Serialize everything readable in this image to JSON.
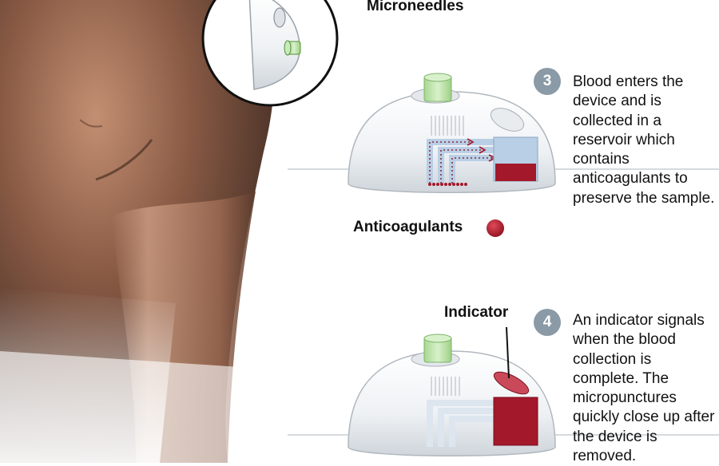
{
  "labels": {
    "microneedles": "Microneedles",
    "anticoagulants": "Anticoagulants",
    "indicator": "Indicator"
  },
  "steps": [
    {
      "number": "3",
      "text": "Blood enters the device and is collected in a reservoir which contains anticoagulants to preserve the sample."
    },
    {
      "number": "4",
      "text": "An indicator signals when the blood collection is complete. The micropunctures quickly close up after the device is removed."
    }
  ],
  "colors": {
    "blood": "#a3182a",
    "cap": "#b9e3a8",
    "badge": "#8a9aa6",
    "channel": "#c9dcef",
    "skin": "#6b4a38"
  }
}
